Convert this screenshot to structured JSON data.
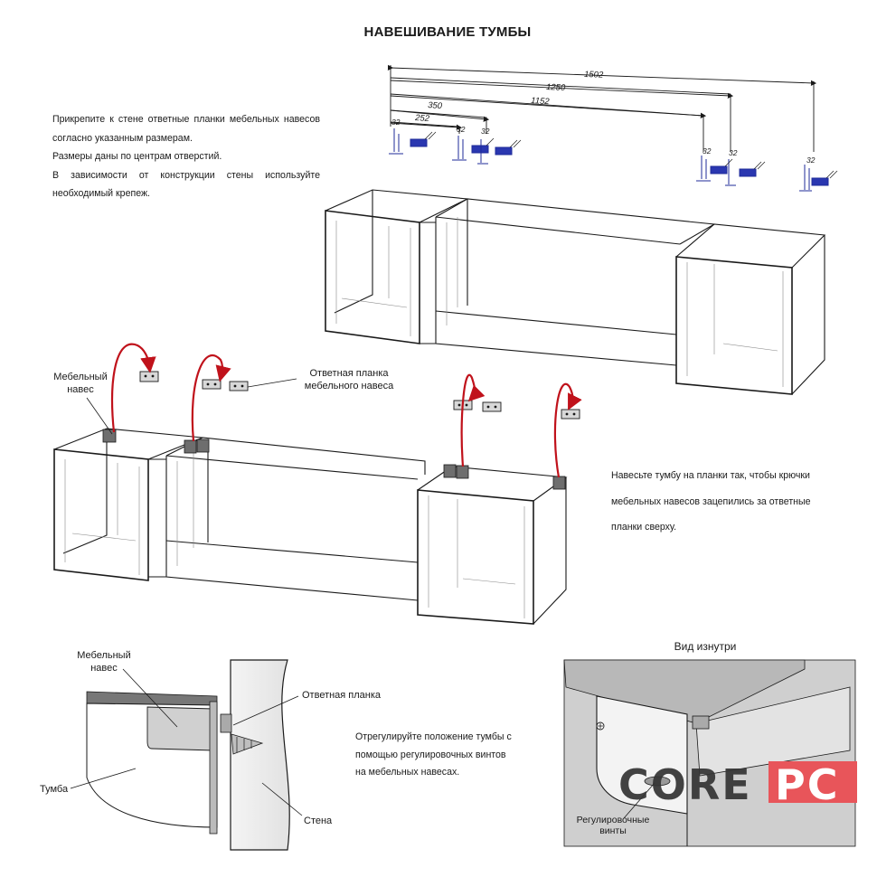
{
  "title": "НАВЕШИВАНИЕ ТУМБЫ",
  "instructions": [
    "Прикрепите к стене ответные планки мебельных навесов согласно указанным размерам.",
    "Размеры даны по центрам отверстий.",
    "В зависимости от конструкции стены используйте необходимый крепеж."
  ],
  "dimensions": [
    "1502",
    "1250",
    "1152",
    "350",
    "252",
    "32",
    "32",
    "32",
    "32",
    "32",
    "32"
  ],
  "labels": {
    "hinge_line1": "Мебельный",
    "hinge_line2": "навес",
    "plate_line1": "Ответная планка",
    "plate_line2": "мебельного навеса",
    "detail_hinge_line1": "Мебельный",
    "detail_hinge_line2": "навес",
    "detail_plate": "Ответная планка",
    "detail_cabinet": "Тумба",
    "detail_wall": "Стена",
    "inside_view": "Вид изнутри",
    "screws_line1": "Регулировочные",
    "screws_line2": "винты"
  },
  "hang_instruction": [
    "Навесьте тумбу на планки так, чтобы крючки",
    "мебельных навесов зацепились за ответные",
    "планки сверху."
  ],
  "adjust_instruction": [
    "Отрегулируйте положение тумбы с",
    "помощью регулировочных  винтов",
    "на мебельных навесах."
  ],
  "logo": {
    "left": "CORE",
    "right": "PC",
    "accent_color": "#e8555a",
    "dark_color": "#333333"
  },
  "colors": {
    "hinge_blue": "#1f2b9a",
    "arrow_red": "#c0121b",
    "line_dark": "#1a1a1a"
  }
}
